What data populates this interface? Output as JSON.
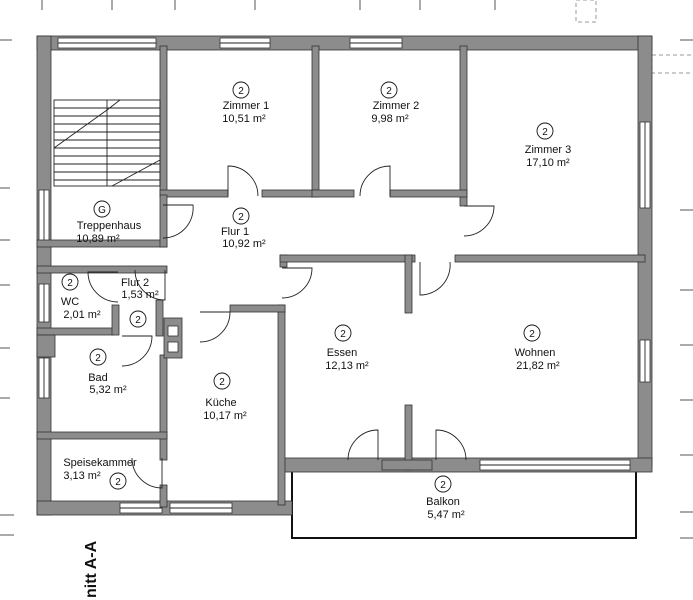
{
  "drawing": {
    "section_label": "nitt A-A",
    "stair_marker": "G"
  },
  "rooms": [
    {
      "key": "zimmer1",
      "name": "Zimmer 1",
      "area": "10,51 m²",
      "marker": "2"
    },
    {
      "key": "zimmer2",
      "name": "Zimmer 2",
      "area": "9,98 m²",
      "marker": "2"
    },
    {
      "key": "zimmer3",
      "name": "Zimmer 3",
      "area": "17,10 m²",
      "marker": "2"
    },
    {
      "key": "treppenhaus",
      "name": "Treppenhaus",
      "area": "10,89 m²",
      "marker": "G"
    },
    {
      "key": "flur1",
      "name": "Flur 1",
      "area": "10,92 m²",
      "marker": "2"
    },
    {
      "key": "flur2",
      "name": "Flur 2",
      "area": "1,53 m²",
      "marker": "2"
    },
    {
      "key": "wc",
      "name": "WC",
      "area": "2,01 m²",
      "marker": "2"
    },
    {
      "key": "bad",
      "name": "Bad",
      "area": "5,32 m²",
      "marker": "2"
    },
    {
      "key": "kueche",
      "name": "Küche",
      "area": "10,17 m²",
      "marker": "2"
    },
    {
      "key": "essen",
      "name": "Essen",
      "area": "12,13 m²",
      "marker": "2"
    },
    {
      "key": "wohnen",
      "name": "Wohnen",
      "area": "21,82 m²",
      "marker": "2"
    },
    {
      "key": "speisekammer",
      "name": "Speisekammer",
      "area": "3,13 m²",
      "marker": "2"
    },
    {
      "key": "balkon",
      "name": "Balkon",
      "area": "5,47 m²",
      "marker": "2"
    }
  ]
}
